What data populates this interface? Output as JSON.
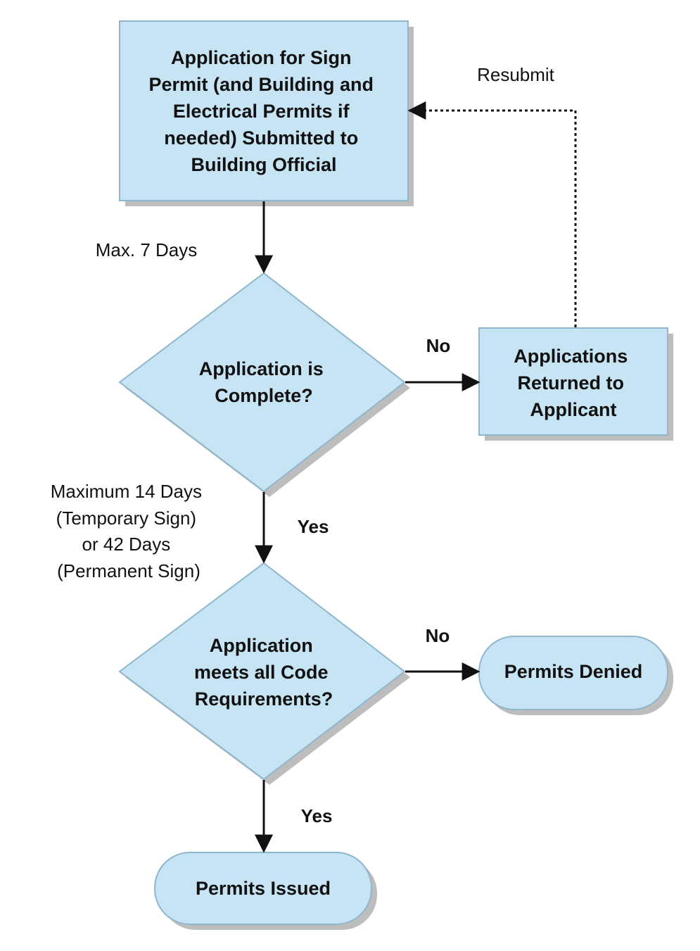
{
  "nodes": {
    "submit_application": {
      "lines": [
        "Application for Sign",
        "Permit (and Building and",
        "Electrical Permits if",
        "needed) Submitted to",
        "Building Official"
      ]
    },
    "is_complete": {
      "lines": [
        "Application is",
        "Complete?"
      ]
    },
    "returned": {
      "lines": [
        "Applications",
        "Returned to",
        "Applicant"
      ]
    },
    "meets_code": {
      "lines": [
        "Application",
        "meets all Code",
        "Requirements?"
      ]
    },
    "denied": {
      "lines": [
        "Permits Denied"
      ]
    },
    "issued": {
      "lines": [
        "Permits Issued"
      ]
    }
  },
  "edges": {
    "resubmit": "Resubmit",
    "max7": "Max. 7 Days",
    "no1": "No",
    "yes1": "Yes",
    "max_review": [
      "Maximum 14 Days",
      "(Temporary Sign)",
      "or 42 Days",
      "(Permanent Sign)"
    ],
    "no2": "No",
    "yes2": "Yes"
  },
  "colors": {
    "node_fill": "#c6e4f3",
    "node_stroke": "#8fb6cc",
    "shadow": "#b9b9b9",
    "arrow": "#111111"
  }
}
